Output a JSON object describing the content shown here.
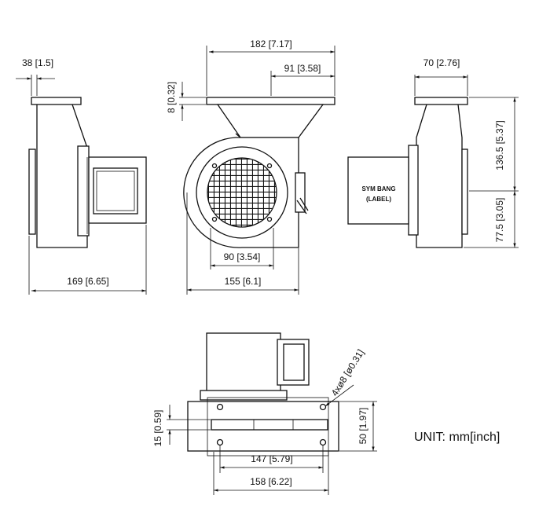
{
  "dimensions": {
    "left_width": "38 [1.5]",
    "left_depth": "169 [6.65]",
    "top_outlet_width": "182 [7.17]",
    "top_outlet_half": "91 [3.58]",
    "flange_thk": "8 [0.32]",
    "grille_dia": "90 [3.54]",
    "front_width": "155 [6.1]",
    "right_width": "70 [2.76]",
    "right_upper": "136.5 [5.37]",
    "right_lower": "77.5 [3.05]",
    "base_hole": "4xø8 [ø0.31]",
    "base_slot": "15 [0.59]",
    "base_height": "50 [1.97]",
    "base_inner": "147 [5.79]",
    "base_outer": "158 [6.22]"
  },
  "labels": {
    "brand_line1": "SYM BANG",
    "brand_line2": "(LABEL)",
    "unit": "UNIT: mm[inch]"
  }
}
